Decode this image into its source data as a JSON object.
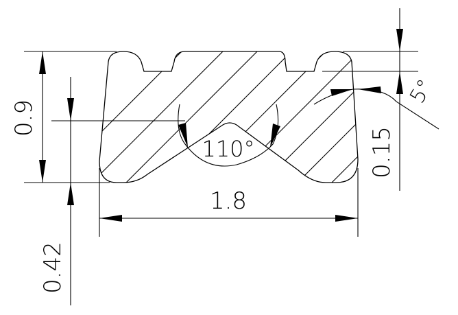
{
  "drawing": {
    "dimensions": {
      "overall_height": "0.9",
      "bottom_offset": "0.42",
      "width": "1.8",
      "groove_depth": "0.15",
      "angle": "110°",
      "side_taper": "5°"
    }
  }
}
